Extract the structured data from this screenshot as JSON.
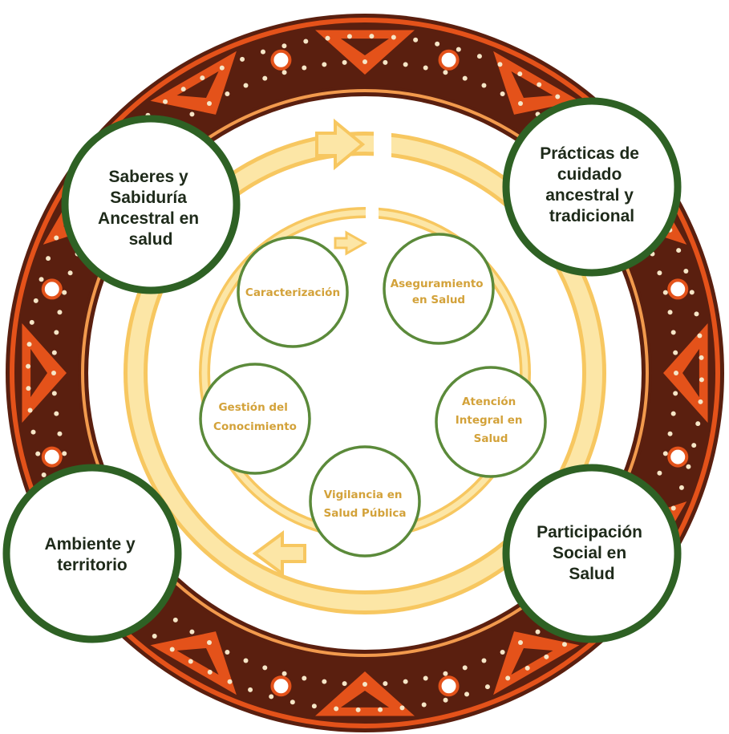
{
  "outer_nodes": [
    {
      "id": "saberes",
      "lines": [
        "Saberes y",
        "Sabiduría",
        "Ancestral en",
        "salud"
      ]
    },
    {
      "id": "practicas",
      "lines": [
        "Prácticas de",
        "cuidado",
        "ancestral y",
        "tradicional"
      ]
    },
    {
      "id": "participacion",
      "lines": [
        "Participación",
        "Social en",
        "Salud"
      ]
    },
    {
      "id": "ambiente",
      "lines": [
        "Ambiente y",
        "territorio"
      ]
    }
  ],
  "inner_nodes": [
    {
      "id": "caracterizacion",
      "lines": [
        "Caracterización"
      ]
    },
    {
      "id": "aseguramiento",
      "lines": [
        "Aseguramiento",
        "en Salud"
      ]
    },
    {
      "id": "atencion",
      "lines": [
        "Atención",
        "Integral en",
        "Salud"
      ]
    },
    {
      "id": "vigilancia",
      "lines": [
        "Vigilancia en",
        "Salud Pública"
      ]
    },
    {
      "id": "gestion",
      "lines": [
        "Gestión del",
        "Conocimiento"
      ]
    }
  ],
  "colors": {
    "dark_brown": "#5a1f0f",
    "orange": "#e4521a",
    "cream": "#f6e6c7",
    "light_orange": "#f29a4d",
    "ring_yellow": "#f7c760",
    "ring_yellow_fill": "#fce6a6",
    "node_border": "#2e6124",
    "inner_node_border": "#5b8a3a",
    "inner_text": "#d3a23a",
    "outer_text": "#1e2a1a"
  }
}
